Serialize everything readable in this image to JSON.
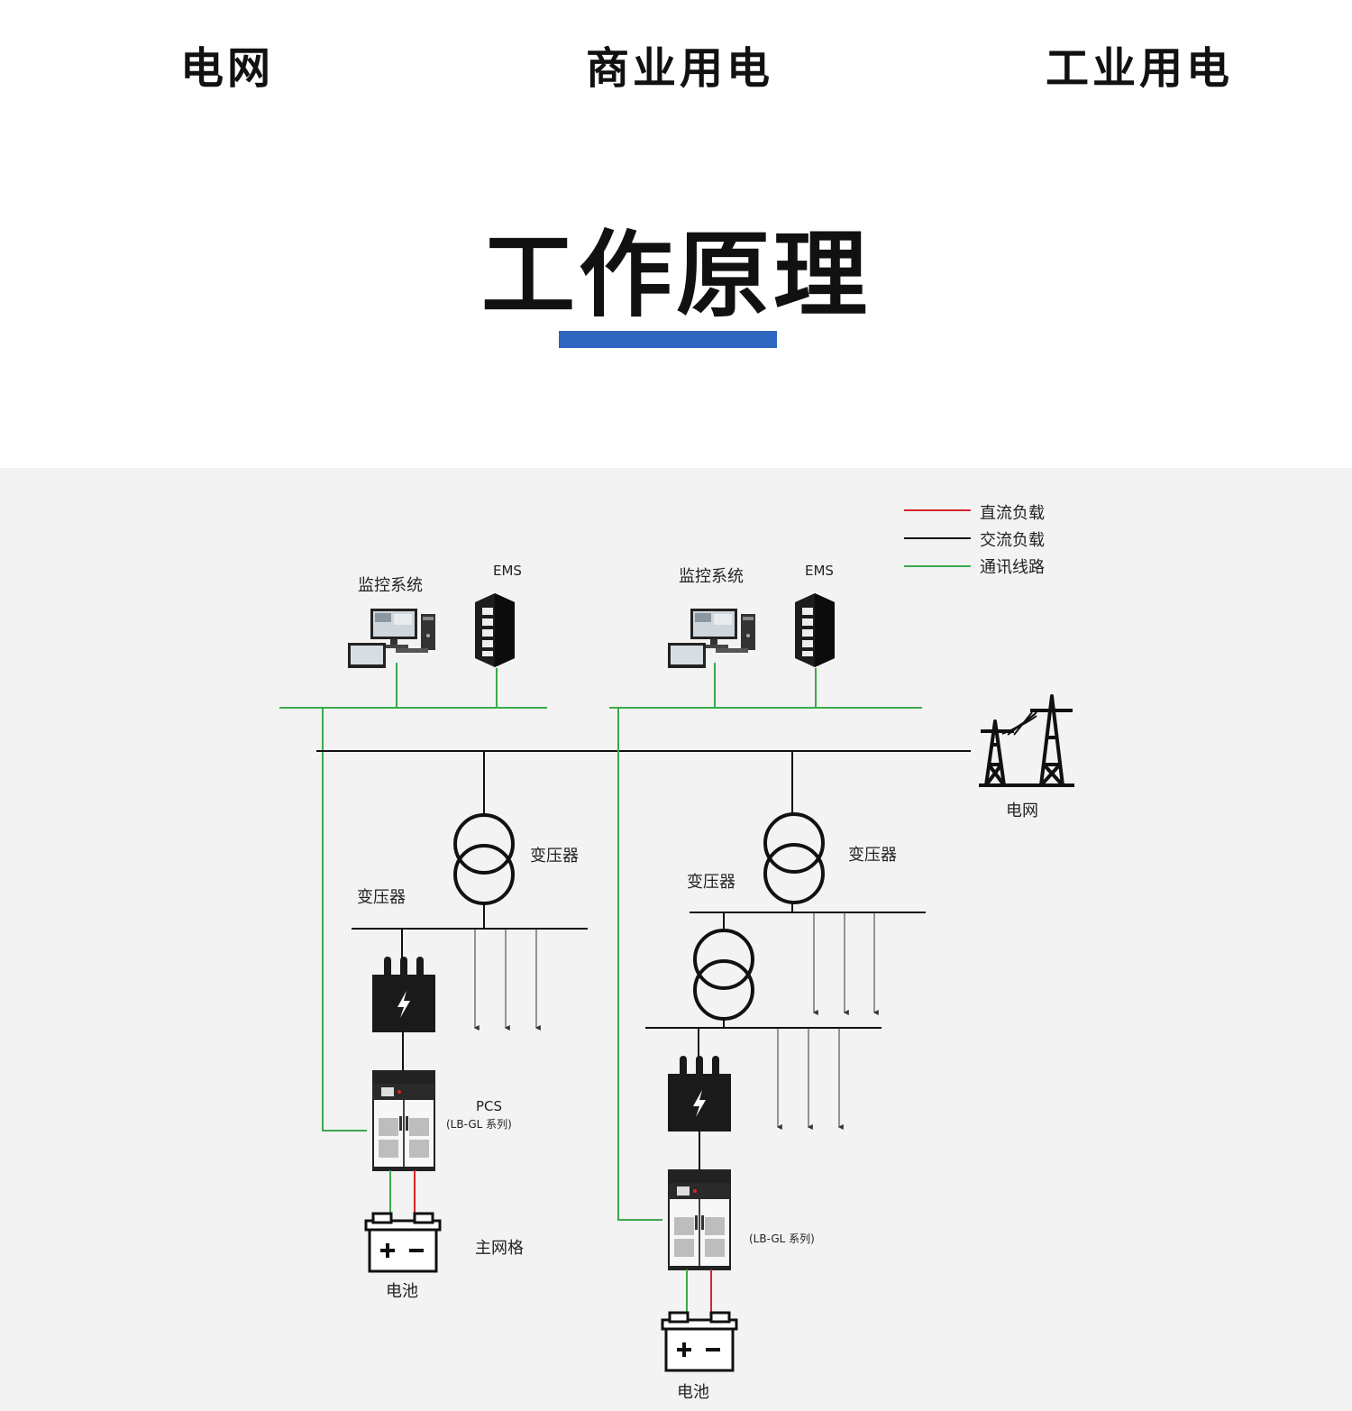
{
  "tabs": [
    "电网",
    "商业用电",
    "工业用电"
  ],
  "title": "工作原理",
  "colors": {
    "accent": "#2f66bf",
    "dc_line": "#d8232a",
    "ac_line": "#111111",
    "comm_line": "#3aaa4a"
  },
  "legend": [
    {
      "label": "直流负载",
      "color": "#d8232a"
    },
    {
      "label": "交流负载",
      "color": "#111111"
    },
    {
      "label": "通讯线路",
      "color": "#3aaa4a"
    }
  ],
  "left": {
    "monitor_label": "监控系统",
    "ems_label": "EMS",
    "transformer_label_right": "变压器",
    "transformer_label_left": "变压器",
    "pcs_label": "PCS",
    "pcs_model": "(LB-GL 系列)",
    "grid_label": "主网格",
    "battery_label": "电池"
  },
  "right": {
    "monitor_label": "监控系统",
    "ems_label": "EMS",
    "transformer_label_right": "变压器",
    "transformer_label_left": "变压器",
    "pcs_model": "(LB-GL 系列)",
    "battery_label": "电池"
  },
  "grid_tower_label": "电网",
  "icons": [
    "computer-icon",
    "server-rack-icon",
    "transformer-icon",
    "lightning-box-icon",
    "pcs-cabinet-icon",
    "battery-icon",
    "power-tower-icon"
  ]
}
